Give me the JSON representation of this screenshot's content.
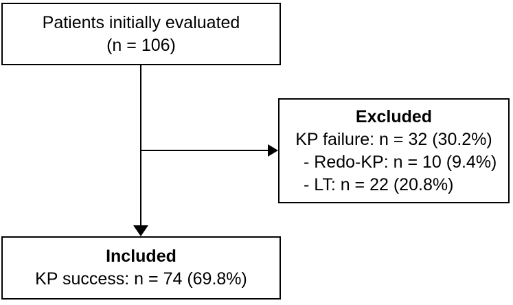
{
  "figure": {
    "type": "patient-flow-diagram",
    "colors": {
      "ink": "#000000",
      "background": "#ffffff"
    }
  },
  "boxes": {
    "initial": {
      "line1": "Patients initially evaluated",
      "line2": "(n = 106)"
    },
    "excluded": {
      "title": "Excluded",
      "line1": "KP failure: n = 32 (30.2%)",
      "sub_items": [
        "- Redo-KP: n = 10 (9.4%)",
        "- LT: n = 22 (20.8%)"
      ]
    },
    "included": {
      "title": "Included",
      "line1": "KP success: n = 74 (69.8%)"
    }
  }
}
